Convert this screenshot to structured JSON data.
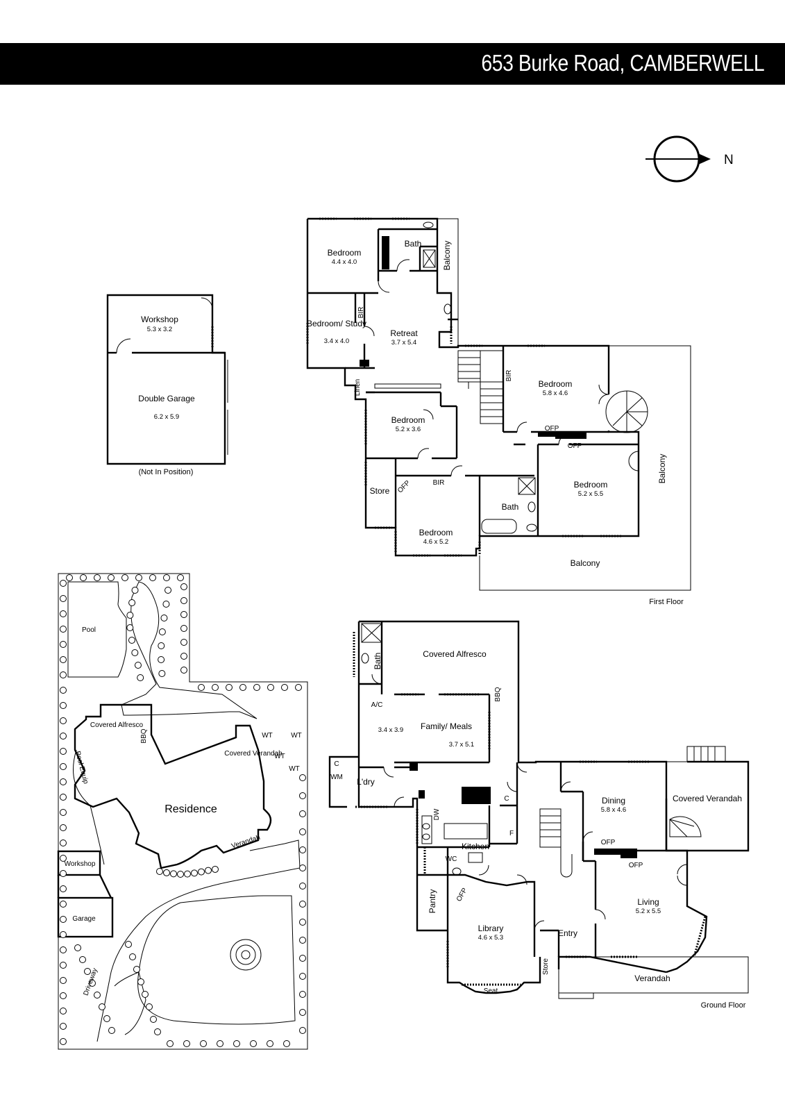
{
  "header": {
    "title": "653 Burke Road, CAMBERWELL"
  },
  "compass": {
    "label": "N"
  },
  "outbuilding": {
    "workshop": {
      "name": "Workshop",
      "size": "5.3 x 3.2"
    },
    "garage": {
      "name": "Double Garage",
      "size": "6.2 x 5.9"
    },
    "note": "(Not In Position)"
  },
  "first_floor": {
    "caption": "First Floor",
    "rooms": {
      "bed1": {
        "name": "Bedroom",
        "size": "4.4 x 4.0"
      },
      "bath1": {
        "name": "Bath"
      },
      "balcony_n": {
        "name": "Balcony"
      },
      "study": {
        "name": "Bedroom/ Study",
        "size": "3.4 x 4.0"
      },
      "bir1": {
        "name": "BIR"
      },
      "retreat": {
        "name": "Retreat",
        "size": "3.7 x 5.4"
      },
      "linen": {
        "name": "Linen"
      },
      "bed2": {
        "name": "Bedroom",
        "size": "5.2 x 3.6"
      },
      "bir2": {
        "name": "BIR"
      },
      "bed3": {
        "name": "Bedroom",
        "size": "5.8 x 4.6"
      },
      "ofp1": {
        "name": "OFP"
      },
      "ofp2": {
        "name": "OFP"
      },
      "bed4": {
        "name": "Bedroom",
        "size": "5.2 x 5.5"
      },
      "balcony_e": {
        "name": "Balcony"
      },
      "store": {
        "name": "Store"
      },
      "ofp3": {
        "name": "OFP"
      },
      "bir3": {
        "name": "BIR"
      },
      "bed5": {
        "name": "Bedroom",
        "size": "4.6 x 5.2"
      },
      "bath2": {
        "name": "Bath"
      },
      "balcony_s": {
        "name": "Balcony"
      }
    }
  },
  "ground_floor": {
    "caption": "Ground Floor",
    "rooms": {
      "bath": {
        "name": "Bath"
      },
      "alfresco": {
        "name": "Covered Alfresco"
      },
      "ac": {
        "name": "A/C"
      },
      "bbq": {
        "name": "BBQ"
      },
      "family": {
        "name": "Family/ Meals",
        "size_a": "3.4 x 3.9",
        "size_b": "3.7 x 5.1"
      },
      "c1": {
        "name": "C"
      },
      "wm": {
        "name": "WM"
      },
      "ldry": {
        "name": "L'dry"
      },
      "c2": {
        "name": "C"
      },
      "dw": {
        "name": "DW"
      },
      "f": {
        "name": "F"
      },
      "kitchen": {
        "name": "Kitchen"
      },
      "wc": {
        "name": "WC"
      },
      "pantry": {
        "name": "Pantry"
      },
      "ofp_k": {
        "name": "OFP"
      },
      "library": {
        "name": "Library",
        "size": "4.6 x 5.3"
      },
      "seat": {
        "name": "Seat"
      },
      "store": {
        "name": "Store"
      },
      "entry": {
        "name": "Entry"
      },
      "dining": {
        "name": "Dining",
        "size": "5.8 x 4.6"
      },
      "ofp_d": {
        "name": "OFP"
      },
      "ofp_l": {
        "name": "OFP"
      },
      "living": {
        "name": "Living",
        "size": "5.2 x 5.5"
      },
      "cov_verandah": {
        "name": "Covered Verandah"
      },
      "verandah": {
        "name": "Verandah"
      }
    }
  },
  "site": {
    "pool": "Pool",
    "alfresco": "Covered Alfresco",
    "bbq": "BBQ",
    "pool_equip": "Pool Equip",
    "cov_verandah": "Covered Verandah",
    "wt": [
      "WT",
      "WT",
      "WT",
      "WT"
    ],
    "residence": "Residence",
    "verandah": "Verandah",
    "workshop": "Workshop",
    "garage": "Garage",
    "driveway": "Driveway"
  }
}
